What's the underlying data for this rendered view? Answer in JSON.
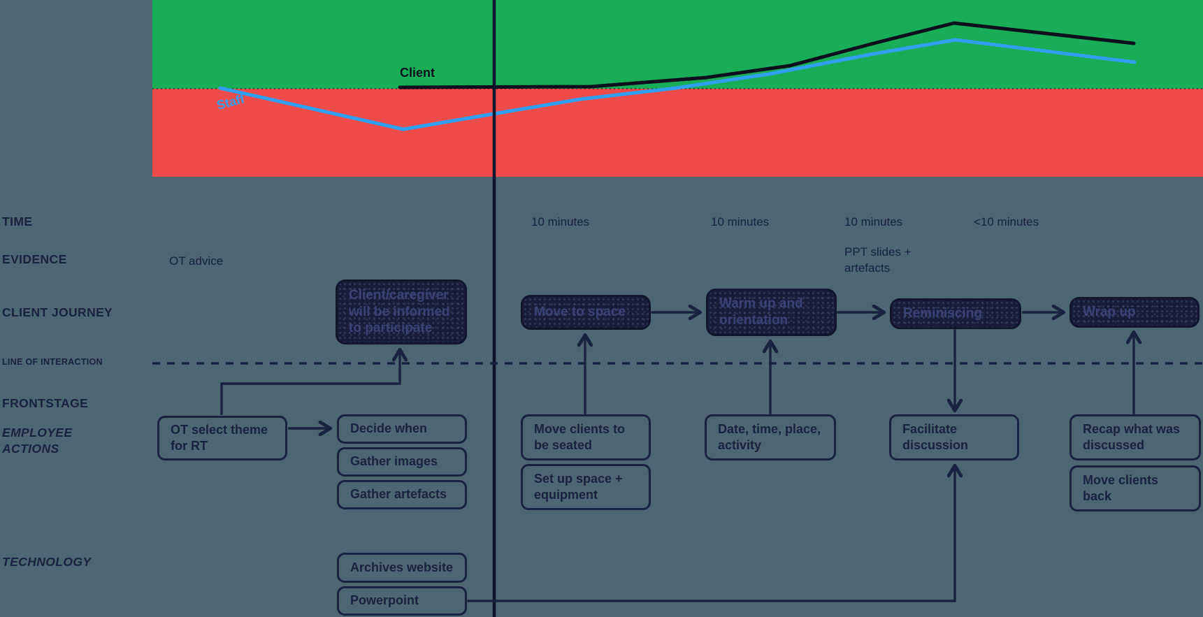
{
  "palette": {
    "background": "#4d6671",
    "positive_band": "#1aad57",
    "negative_band": "#ef4b4b",
    "ink": "#1b2142",
    "client_line": "#0b0f1e",
    "staff_line": "#2f9ff4"
  },
  "emotion_chart": {
    "type": "line",
    "description": "Emotion journey over green (positive) and red (negative) bands",
    "boundary_y": 127,
    "series": [
      {
        "name": "Client",
        "color": "#0b0f1e",
        "points": [
          [
            572,
            125
          ],
          [
            845,
            124
          ],
          [
            1010,
            111
          ],
          [
            1130,
            94
          ],
          [
            1250,
            62
          ],
          [
            1365,
            33
          ],
          [
            1622,
            62
          ]
        ]
      },
      {
        "name": "Staff",
        "color": "#2f9ff4",
        "points": [
          [
            315,
            126
          ],
          [
            577,
            185
          ],
          [
            700,
            164
          ],
          [
            830,
            142
          ],
          [
            967,
            126
          ],
          [
            1100,
            106
          ],
          [
            1250,
            77
          ],
          [
            1367,
            57
          ],
          [
            1623,
            89
          ]
        ]
      }
    ],
    "client_label": "Client",
    "staff_label": "Staff"
  },
  "rows": {
    "time_label": "TIME",
    "evidence_label": "EVIDENCE",
    "client_journey_label": "CLIENT JOURNEY",
    "line_of_interaction_label": "LINE OF INTERACTION",
    "frontstage_label": "FRONTSTAGE",
    "employee_actions_label": "EMPLOYEE ACTIONS",
    "technology_label": "TECHNOLOGY"
  },
  "time": {
    "values": [
      "10 minutes",
      "10 minutes",
      "10 minutes",
      "<10 minutes"
    ]
  },
  "evidence": {
    "ot_advice": "OT advice",
    "ppt_slides": "PPT slides + artefacts"
  },
  "journey": {
    "boxes": [
      {
        "label": "Client/caregiver will be informed to participate"
      },
      {
        "label": "Move to space"
      },
      {
        "label": "Warm up and orientation"
      },
      {
        "label": "Reminiscing"
      },
      {
        "label": "Wrap up"
      }
    ]
  },
  "employee_actions": {
    "ot_select": "OT select theme for RT",
    "decide_when": "Decide when",
    "gather_images": "Gather images",
    "gather_artefacts": "Gather artefacts",
    "move_clients_seated": "Move clients to be seated",
    "setup_space": "Set up space + equipment",
    "date_time_place": "Date, time, place, activity",
    "facilitate": "Facilitate discussion",
    "recap": "Recap what was discussed",
    "move_clients_back": "Move clients back"
  },
  "technology": {
    "archives": "Archives website",
    "powerpoint": "Powerpoint"
  }
}
